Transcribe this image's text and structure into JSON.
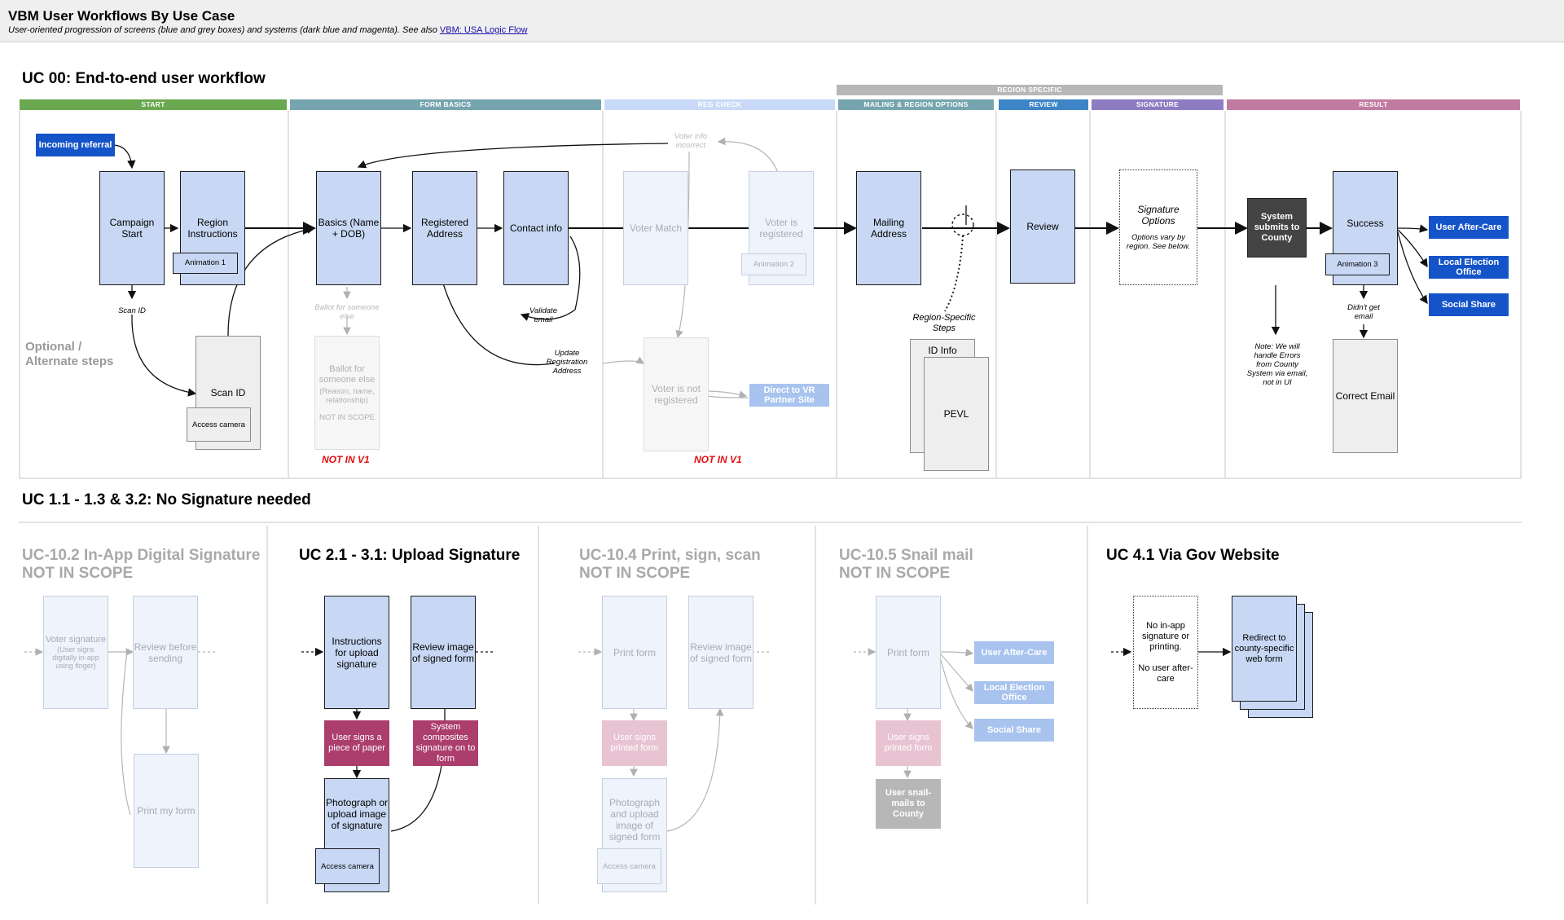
{
  "header": {
    "title": "VBM User Workflows By Use Case",
    "subtitle": "User-oriented progression of screens (blue and grey boxes) and systems (dark blue and magenta). See also",
    "link": "VBM: USA Logic Flow"
  },
  "uc00": {
    "title": "UC 00: End-to-end user workflow",
    "region_specific": "REGION SPECIFIC",
    "bands": [
      "START",
      "FORM BASICS",
      "REG CHECK",
      "MAILING & REGION OPTIONS",
      "REVIEW",
      "SIGNATURE",
      "RESULT"
    ],
    "optional_label": "Optional /\nAlternate steps",
    "boxes": {
      "incoming_referral": "Incoming referral",
      "campaign_start": "Campaign Start",
      "region_instructions": "Region Instructions",
      "animation1": "Animation 1",
      "scan_id_note": "Scan ID",
      "scan_id": "Scan ID",
      "access_camera": "Access camera",
      "basics": "Basics (Name + DOB)",
      "ballot_note": "Ballot for someone else",
      "ballot_box_title": "Ballot for someone else",
      "ballot_box_detail": "(Reason, name, relationship)",
      "ballot_box_scope": "NOT IN SCOPE",
      "not_in_v1_a": "NOT IN V1",
      "registered_address": "Registered Address",
      "contact_info": "Contact info",
      "validate_email": "Validate email",
      "update_registration": "Update Registration Address",
      "voter_info_incorrect": "Voter info incorrect",
      "voter_match": "Voter Match",
      "voter_registered": "Voter is registered",
      "animation2": "Animation 2",
      "voter_not_registered": "Voter is not registered",
      "direct_vr": "Direct to VR Partner Site",
      "not_in_v1_b": "NOT IN V1",
      "mailing_address": "Mailing Address",
      "region_steps": "Region-Specific Steps",
      "id_info": "ID Info",
      "pevl": "PEVL",
      "review": "Review",
      "signature_options": "Signature Options",
      "signature_options_note": "Options vary by region. See below.",
      "system_submits": "System submits to County",
      "errors_note": "Note: We will handle Errors from County System via email, not in UI",
      "success": "Success",
      "animation3": "Animation 3",
      "didnt_get_email": "Didn't get email",
      "correct_email": "Correct Email",
      "user_aftercare": "User After-Care",
      "local_election_office": "Local Election Office",
      "social_share": "Social Share"
    }
  },
  "uc11": {
    "title": "UC 1.1 - 1.3 & 3.2: No Signature needed"
  },
  "uc102": {
    "title": "UC-10.2 In-App Digital Signature\nNOT IN SCOPE",
    "voter_signature": "Voter signature",
    "voter_signature_note": "(User signs digitally in-app using finger)",
    "review_before": "Review before sending",
    "print_my_form": "Print my form"
  },
  "uc21": {
    "title": "UC 2.1 - 3.1: Upload Signature",
    "instructions": "Instructions for upload signature",
    "review_image": "Review image of signed form",
    "user_signs": "User signs a piece of paper",
    "system_composites": "System composites signature on to form",
    "photograph": "Photograph or upload image of signature",
    "access_camera": "Access camera"
  },
  "uc104": {
    "title": "UC-10.4 Print, sign, scan\nNOT IN SCOPE",
    "print_form": "Print form",
    "review_image": "Review image of signed form",
    "user_signs": "User signs printed form",
    "photograph": "Photograph and upload image of signed form",
    "access_camera": "Access camera"
  },
  "uc105": {
    "title": "UC-10.5 Snail mail\nNOT IN SCOPE",
    "print_form": "Print form",
    "user_signs": "User signs printed form",
    "snail_mail": "User snail-mails to County",
    "user_aftercare": "User After-Care",
    "local_election_office": "Local Election Office",
    "social_share": "Social Share"
  },
  "uc41": {
    "title": "UC 4.1 Via Gov Website",
    "no_inapp": "No in-app signature or printing.\n\nNo user after-care",
    "redirect": "Redirect to county-specific web form"
  },
  "colors": {
    "start": "#6aa84f",
    "form_basics": "#76a5af",
    "reg_check": "#c9daf8",
    "mailing": "#76a5af",
    "review": "#3d85c6",
    "signature": "#8e7cc3",
    "result": "#c27ba0",
    "region_specific": "#b7b7b7"
  }
}
